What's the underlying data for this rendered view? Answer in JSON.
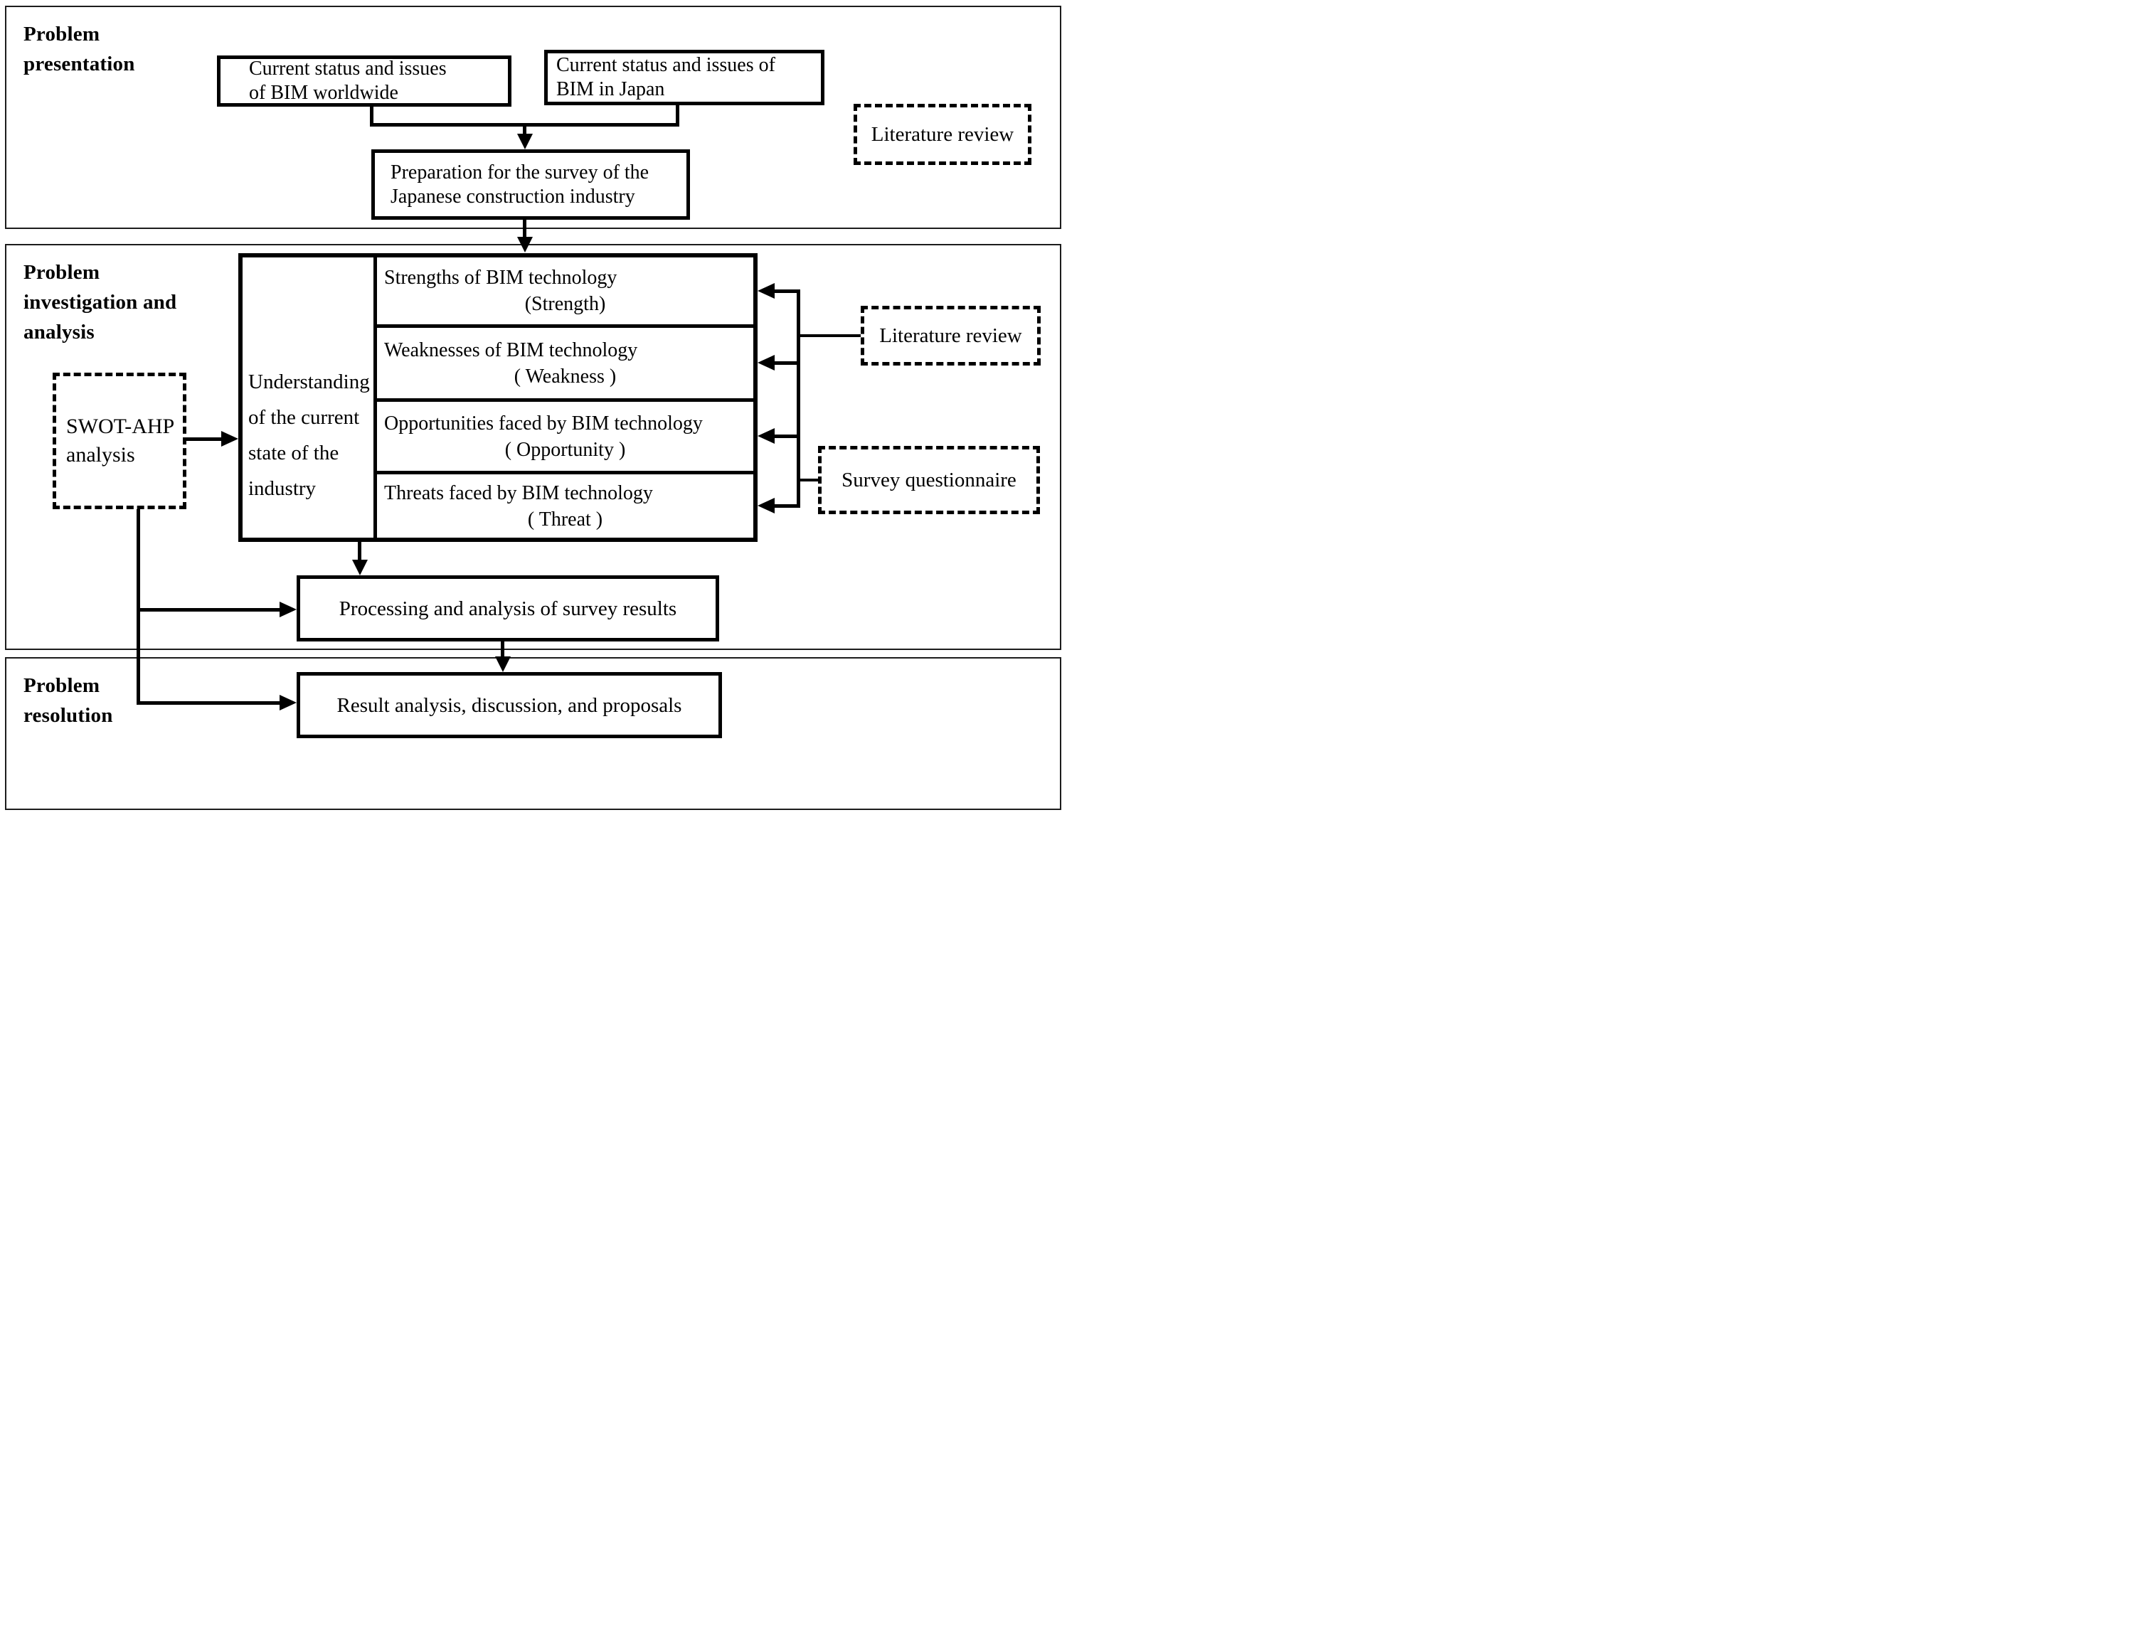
{
  "sections": {
    "s1": {
      "label": "Problem\npresentation"
    },
    "s2": {
      "label": "Problem\ninvestigation and\nanalysis"
    },
    "s3": {
      "label": "Problem\nresolution"
    }
  },
  "nodes": {
    "bim_worldwide": {
      "label": "Current status and issues\nof BIM worldwide"
    },
    "bim_japan": {
      "label": "Current status and issues of\nBIM in Japan"
    },
    "literature_review_top": {
      "label": "Literature review"
    },
    "survey_preparation": {
      "label": "Preparation for the survey of the\nJapanese construction industry"
    },
    "swot_ahp": {
      "label": "SWOT-AHP\nanalysis"
    },
    "understanding": {
      "label": "Understanding\nof the current\nstate of the\nindustry"
    },
    "literature_review_mid": {
      "label": "Literature review"
    },
    "survey_questionnaire": {
      "label": "Survey questionnaire"
    },
    "processing": {
      "label": "Processing and analysis of survey results"
    },
    "result": {
      "label": "Result analysis, discussion, and proposals"
    }
  },
  "swot_rows": [
    {
      "label": "Strengths of BIM technology",
      "tag": "(Strength)"
    },
    {
      "label": "Weaknesses of BIM technology",
      "tag": "( Weakness )"
    },
    {
      "label": "Opportunities faced by BIM technology",
      "tag": "( Opportunity )"
    },
    {
      "label": "Threats faced by BIM technology",
      "tag": "( Threat )"
    }
  ],
  "colors": {
    "line": "#000000",
    "background": "#ffffff"
  }
}
